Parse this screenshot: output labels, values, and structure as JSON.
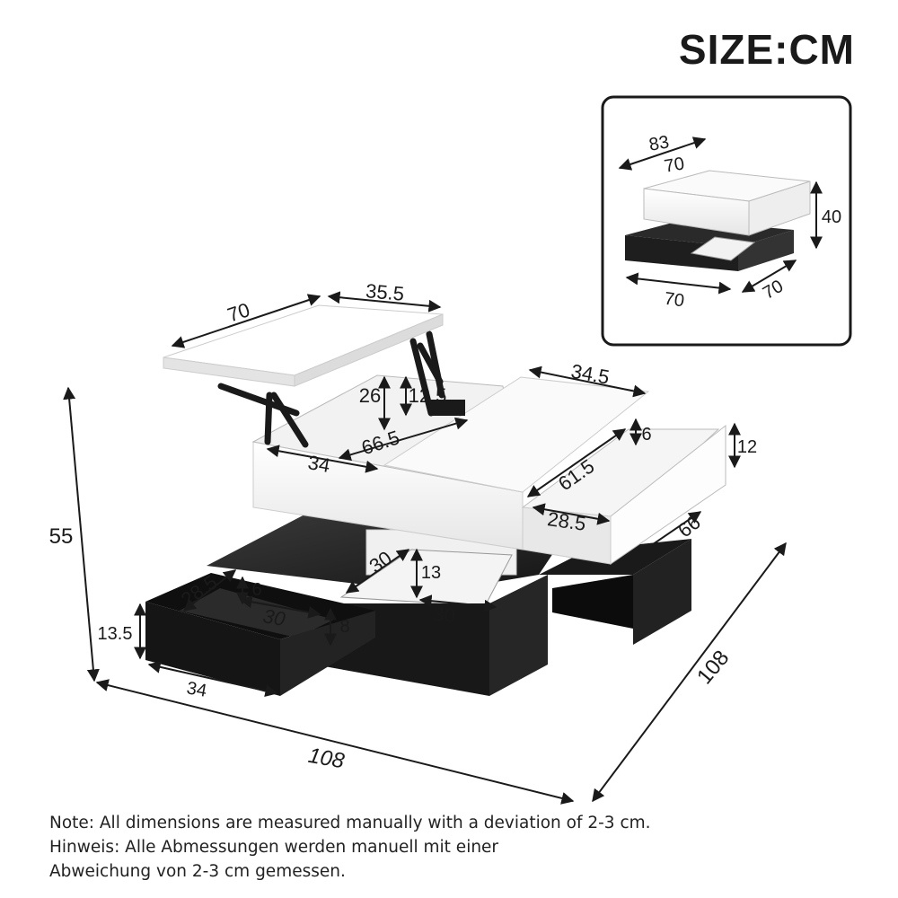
{
  "title": "SIZE:CM",
  "inset": {
    "top_length": "83",
    "top_width": "70",
    "height": "40",
    "base_length": "70",
    "base_width": "70"
  },
  "main": {
    "total_height": "55",
    "total_length": "108",
    "total_width": "108",
    "lift_top_length": "70",
    "lift_top_width": "35.5",
    "lift_height": "26",
    "mechanism_height": "12.5",
    "cavity_length": "66.5",
    "cavity_width": "34",
    "fixed_top_width": "34.5",
    "white_drawer_inner_height": "6",
    "white_drawer_height": "12",
    "white_drawer_inner_length": "61.5",
    "white_drawer_inner_width": "28.5",
    "white_drawer_length": "66",
    "center_box_width": "30",
    "center_box_height": "13",
    "center_box_length": "30",
    "black_drawer_inner_width": "28.5",
    "black_drawer_inner_height": "6",
    "black_drawer_inner_length": "30",
    "black_drawer_inner_depth": "8",
    "black_drawer_height": "13.5",
    "black_drawer_width": "34"
  },
  "notes": [
    "Note: All dimensions are measured manually with a deviation of 2-3 cm.",
    "Hinweis: Alle Abmessungen werden manuell mit einer",
    "Abweichung von 2-3 cm gemessen."
  ]
}
